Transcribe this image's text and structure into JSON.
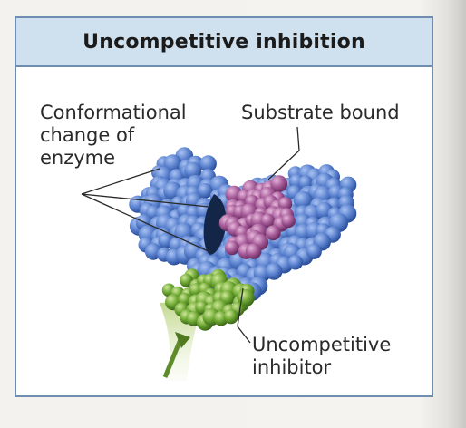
{
  "panel": {
    "title": "Uncompetitive inhibition"
  },
  "labels": {
    "conformational_change": [
      "Conformational",
      "change of",
      "enzyme"
    ],
    "substrate_bound": "Substrate bound",
    "uncompetitive_inhibitor": [
      "Uncompetitive",
      "inhibitor"
    ]
  },
  "colors": {
    "header_fill": "#cfe0ee",
    "panel_border": "#6f8db0",
    "enzyme": "#4f77c6",
    "substrate": "#9b4f8e",
    "inhibitor": "#5f9a2e",
    "active_site": "#142648"
  }
}
